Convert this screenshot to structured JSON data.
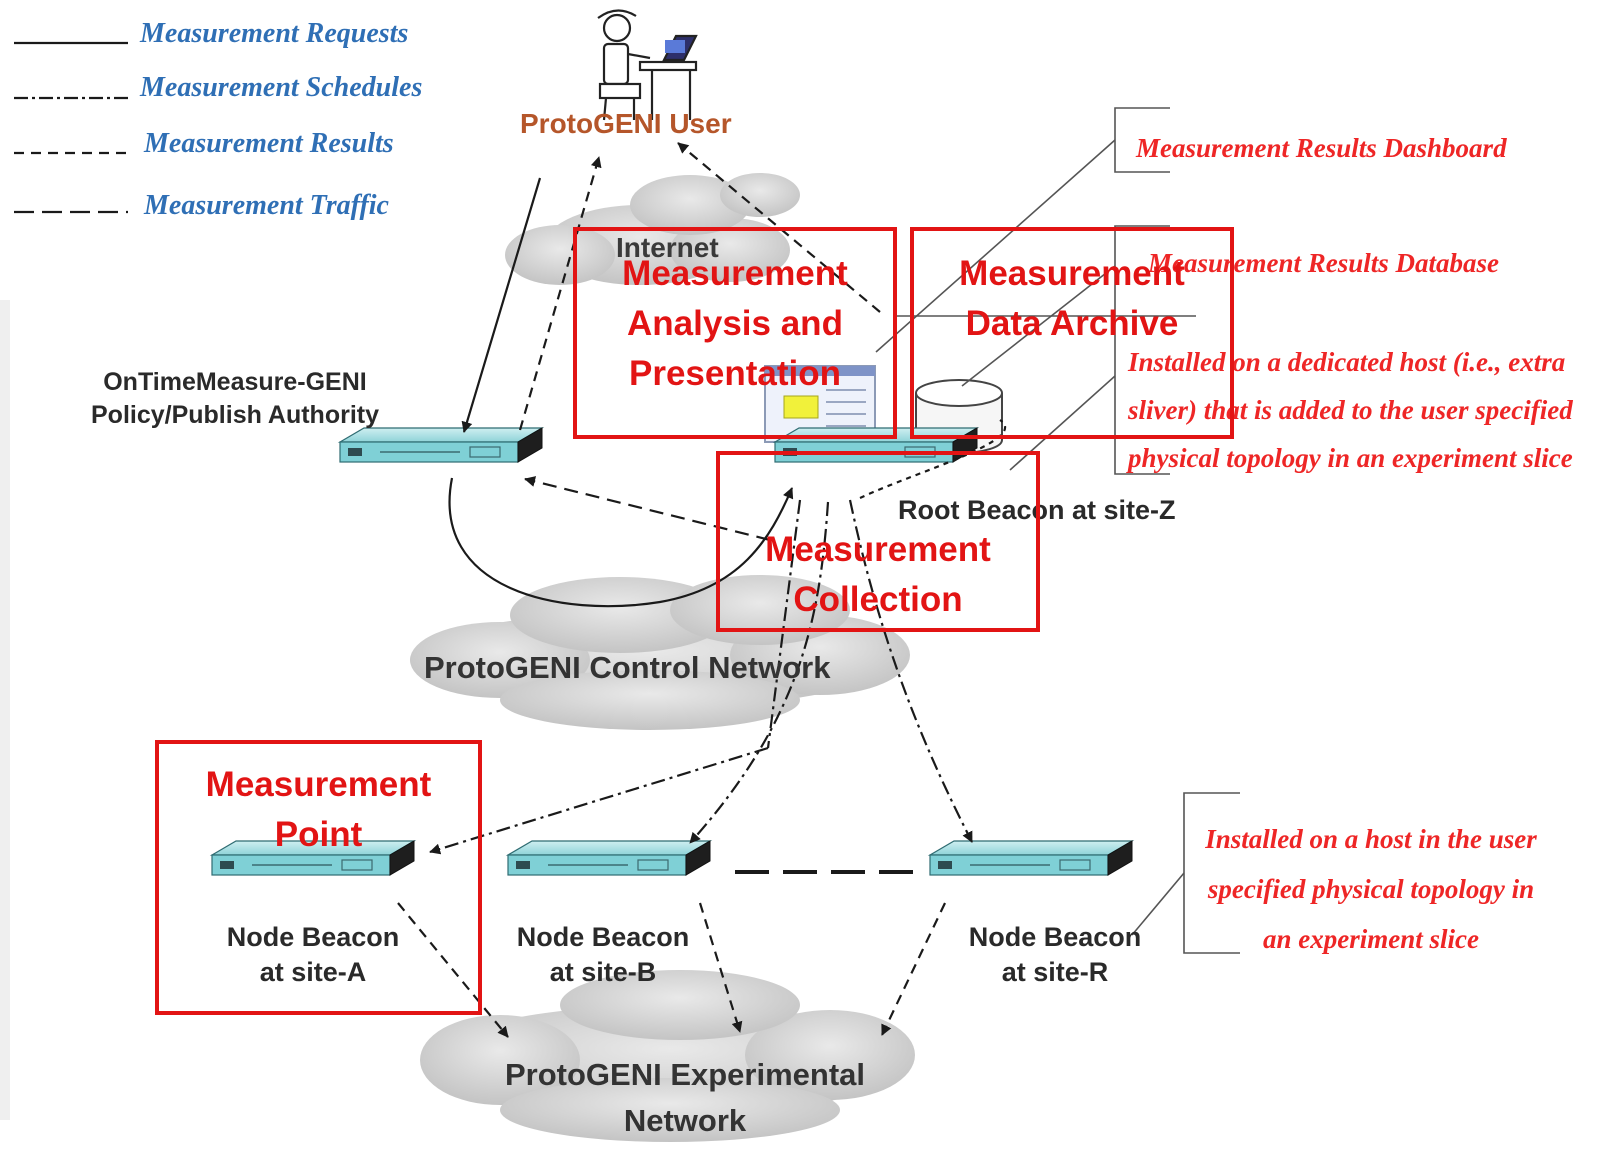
{
  "legend": {
    "items": [
      {
        "label": "Measurement Requests",
        "style": "solid"
      },
      {
        "label": "Measurement Schedules",
        "style": "dash-dot"
      },
      {
        "label": "Measurement Results",
        "style": "short-dash"
      },
      {
        "label": "Measurement Traffic",
        "style": "long-dash"
      }
    ]
  },
  "nodes": {
    "user": "ProtoGENI User",
    "internet": "Internet",
    "authority_line1": "OnTimeMeasure-GENI",
    "authority_line2": "Policy/Publish Authority",
    "root_beacon": "Root Beacon at site-Z",
    "control_network": "ProtoGENI Control Network",
    "experimental_network_line1": "ProtoGENI Experimental",
    "experimental_network_line2": "Network",
    "beacon_a_line1": "Node Beacon",
    "beacon_a_line2": "at site-A",
    "beacon_b_line1": "Node Beacon",
    "beacon_b_line2": "at site-B",
    "beacon_r_line1": "Node Beacon",
    "beacon_r_line2": "at site-R"
  },
  "notes": {
    "dashboard": "Measurement Results Dashboard",
    "database": "Measurement Results Database",
    "root_host_line1": "Installed on a dedicated host (i.e., extra",
    "root_host_line2": "sliver) that is added to the user specified",
    "root_host_line3": "physical topology in an experiment slice",
    "node_host_line1": "Installed on a host in the user",
    "node_host_line2": "specified physical topology in",
    "node_host_line3": "an experiment slice"
  },
  "callouts": {
    "analysis": [
      "Measurement",
      "Analysis and",
      "Presentation"
    ],
    "archive": [
      "Measurement",
      "Data Archive"
    ],
    "collection": [
      "Measurement",
      "Collection"
    ],
    "point": [
      "Measurement",
      "Point"
    ]
  },
  "colors": {
    "legend_text": "#2f6fb5",
    "note_text": "#ee2626",
    "callout": "#e21414",
    "server": "#7fd0d6",
    "cloud": "#cfcfcf"
  }
}
